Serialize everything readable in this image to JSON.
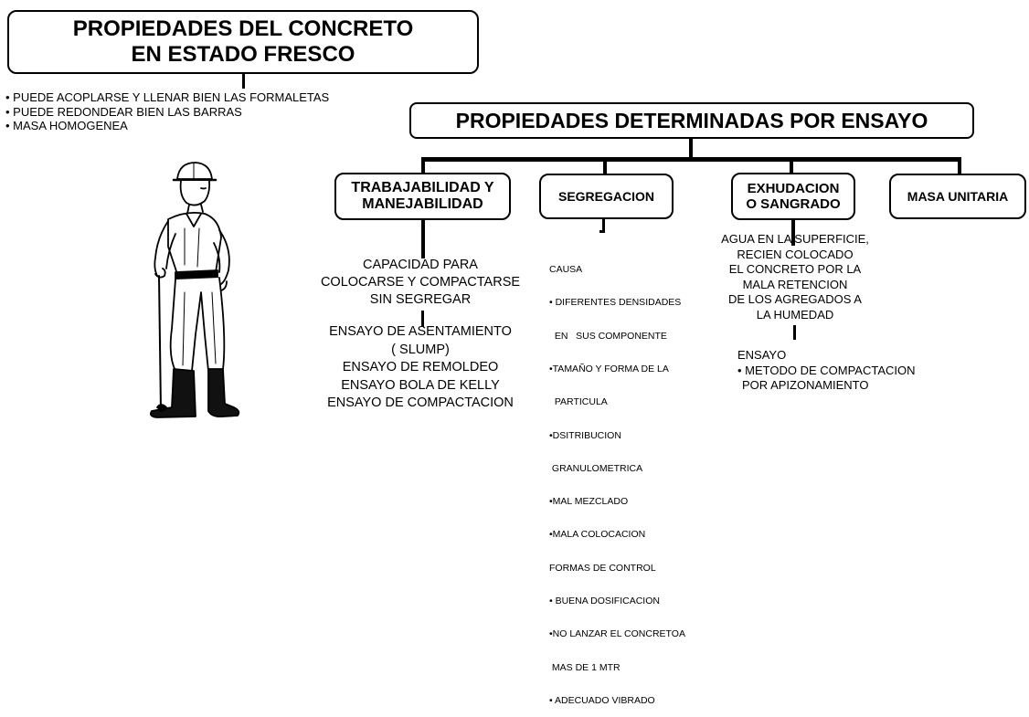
{
  "main_title": {
    "line1": "PROPIEDADES DEL CONCRETO",
    "line2": "EN ESTADO FRESCO"
  },
  "fresh_props": [
    "• PUEDE ACOPLARSE  Y LLENAR BIEN LAS FORMALETAS",
    "• PUEDE REDONDEAR BIEN LAS BARRAS",
    "• MASA HOMOGENEA"
  ],
  "test_title": "PROPIEDADES DETERMINADAS POR ENSAYO",
  "categories": {
    "trabajabilidad": {
      "line1": "TRABAJABILIDAD Y",
      "line2": "MANEJABILIDAD"
    },
    "segregacion": "SEGREGACION",
    "exhudacion": {
      "line1": "EXHUDACION",
      "line2": "O SANGRADO"
    },
    "masa_unitaria": "MASA UNITARIA"
  },
  "trabajabilidad_desc": [
    "CAPACIDAD PARA",
    "COLOCARSE Y COMPACTARSE",
    "SIN SEGREGAR"
  ],
  "trabajabilidad_tests": [
    "ENSAYO DE ASENTAMIENTO",
    "( SLUMP)",
    "ENSAYO DE REMOLDEO",
    "ENSAYO BOLA DE KELLY",
    "ENSAYO DE COMPACTACION"
  ],
  "segregacion_list": [
    "CAUSA",
    "• DIFERENTES DENSIDADES",
    "  EN   SUS COMPONENTE",
    "•TAMAÑO Y FORMA DE LA",
    "  PARTICULA",
    "•DSITRIBUCION",
    " GRANULOMETRICA",
    "•MAL MEZCLADO",
    "•MALA COLOCACION",
    "FORMAS DE CONTROL",
    "• BUENA DOSIFICACION",
    "•NO LANZAR EL CONCRETOA",
    " MAS DE 1 MTR",
    "• ADECUADO VIBRADO"
  ],
  "exhudacion_desc": [
    "AGUA EN LA SUPERFICIE,",
    "RECIEN COLOCADO",
    "EL CONCRETO POR LA",
    "MALA RETENCION",
    "DE LOS AGREGADOS A",
    "LA HUMEDAD"
  ],
  "exhudacion_test": {
    "label": "ENSAYO",
    "item1": "• METODO DE COMPACTACION",
    "item2": "POR APIZONAMIENTO"
  }
}
